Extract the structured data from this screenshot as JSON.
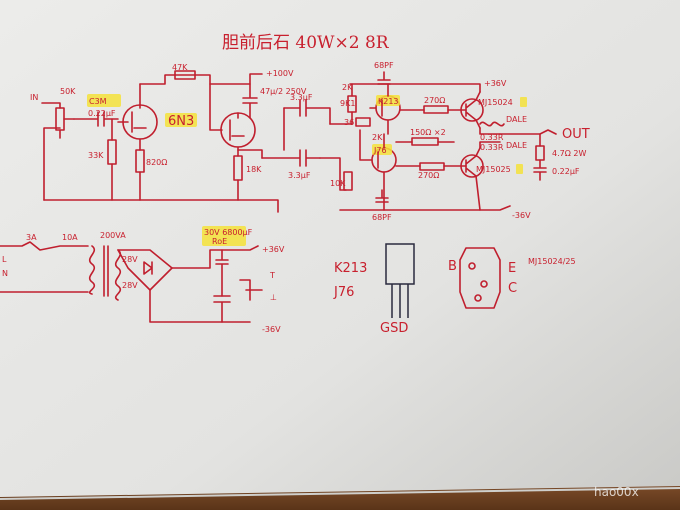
{
  "title": "胆前后石 40W×2 8R",
  "power": {
    "pos_plate": "+100V",
    "pos_36": "+36V",
    "neg_36": "-36V",
    "psu_pos": "+36V",
    "psu_neg": "-36V"
  },
  "input": {
    "label": "IN",
    "pot": "50K",
    "cap_brand": "C3M",
    "cap_value": "0.22μF",
    "grid_res": "33K",
    "cathode_res": "820Ω"
  },
  "tube": {
    "type": "6N3",
    "plate_res": "47K",
    "filter_cap": "47μ/2 250V",
    "cathode_res2": "18K"
  },
  "coupling": {
    "cap1": "3.3μF",
    "cap2": "3.3μF",
    "res_10k": "10K"
  },
  "driver": {
    "r_2k": "2K",
    "r_9k1": "9K1",
    "r_36": "36",
    "r_2k_b": "2K",
    "cap_68pf_top": "68PF",
    "cap_68pf_bot": "68PF",
    "mosfet_n": "K213",
    "mosfet_p": "J76",
    "r_gate_top": "270Ω",
    "r_gate_bot": "270Ω",
    "r_bias": "150Ω ×2",
    "r_emitter_top": "0.33R",
    "r_emitter_bot": "0.33R",
    "coil": "DALE"
  },
  "output": {
    "trans_top": "MJ15024",
    "trans_bot": "MJ15025",
    "label": "OUT",
    "zobel_r": "4.7Ω 2W",
    "zobel_c": "0.22μF"
  },
  "psu": {
    "fuse": "3A",
    "switch": "10A",
    "transformer": "200VA",
    "secondary_a": "28V",
    "secondary_b": "28V",
    "cap_note_1": "30V 6800μF",
    "cap_note_2": "RoE",
    "mains_1": "L",
    "mains_2": "N"
  },
  "pinout": {
    "k213": "K213",
    "j76": "J76",
    "gsd": "GSD",
    "bjt_b": "B",
    "bjt_e": "E",
    "bjt_c": "C",
    "bjt_label": "MJ15024/25"
  },
  "watermark": "hao00x"
}
